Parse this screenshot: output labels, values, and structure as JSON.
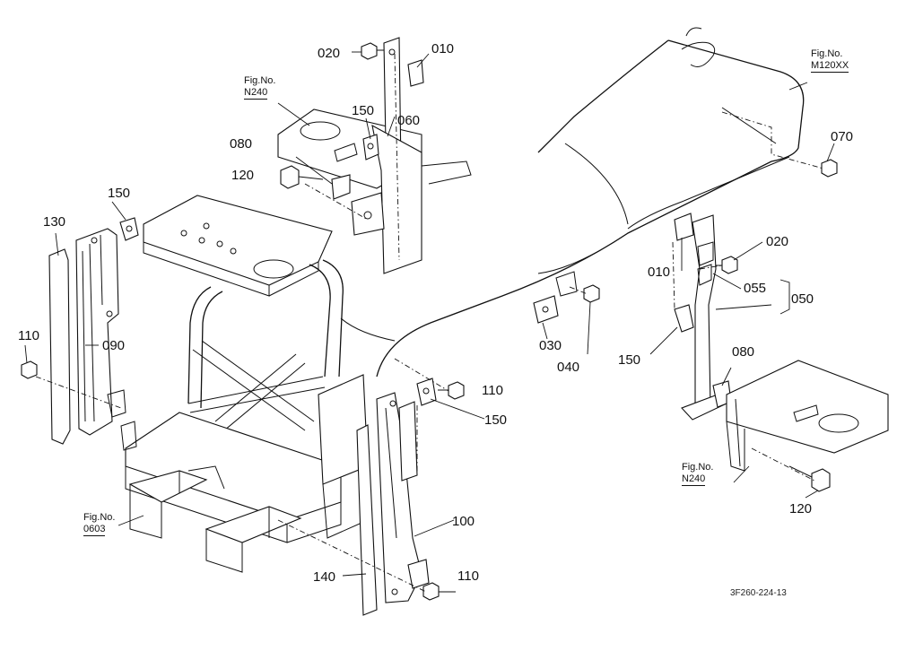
{
  "labels": {
    "p020_top": "020",
    "p010_top": "010",
    "p060": "060",
    "p150_top": "150",
    "p080_left": "080",
    "p120_left": "120",
    "p150_left": "150",
    "p130": "130",
    "p110_left": "110",
    "p090": "090",
    "p070": "070",
    "p020_right": "020",
    "p010_right": "010",
    "p055": "055",
    "p050": "050",
    "p030": "030",
    "p040": "040",
    "p150_right": "150",
    "p080_right": "080",
    "p110_mid": "110",
    "p150_mid": "150",
    "p100": "100",
    "p140": "140",
    "p110_bottom": "110",
    "p120_right": "120"
  },
  "refs": {
    "n240_top": {
      "line1": "Fig.No.",
      "line2": "N240"
    },
    "m120xx": {
      "line1": "Fig.No.",
      "line2": "M120XX"
    },
    "n240_right": {
      "line1": "Fig.No.",
      "line2": "N240"
    },
    "f0603": {
      "line1": "Fig.No.",
      "line2": "0603"
    }
  },
  "drawing_code": "3F260-224-13"
}
